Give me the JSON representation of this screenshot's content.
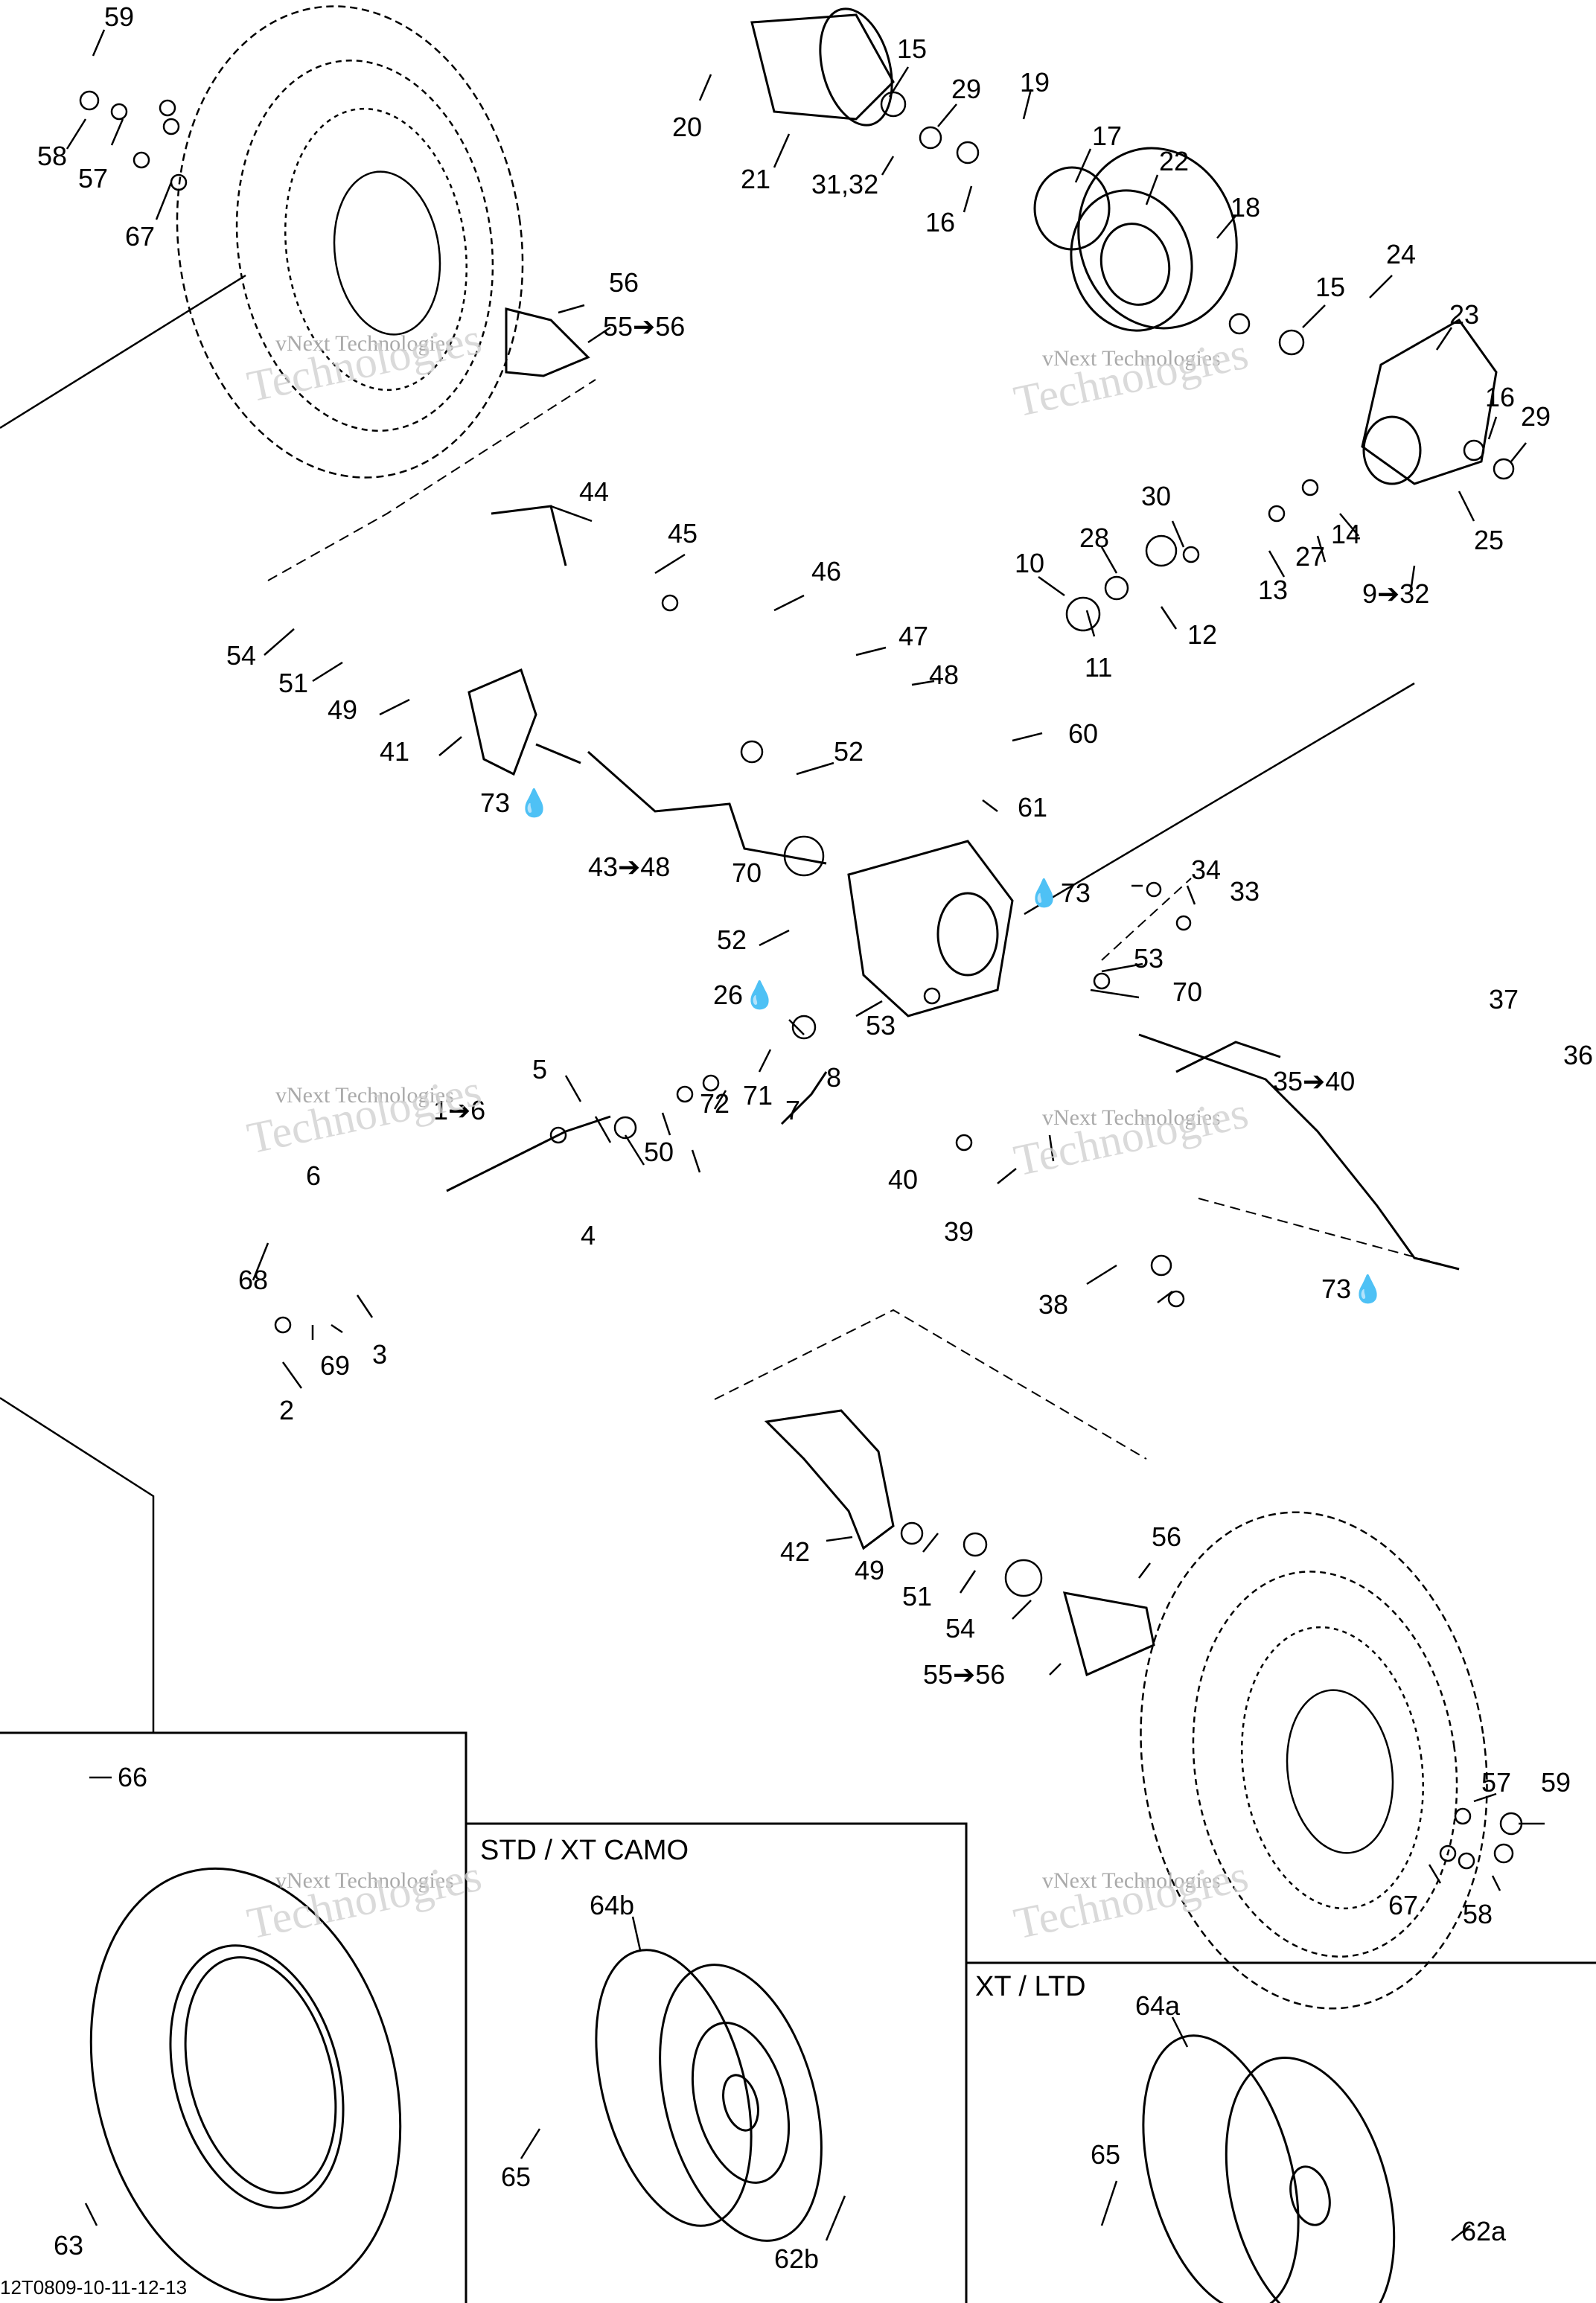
{
  "labels": [
    "59",
    "58",
    "57",
    "67",
    "20",
    "21",
    "15",
    "29",
    "31,32",
    "16",
    "19",
    "17",
    "22",
    "18",
    "56",
    "55➔56",
    "15",
    "24",
    "23",
    "16",
    "29",
    "25",
    "44",
    "45",
    "46",
    "47",
    "48",
    "30",
    "28",
    "10",
    "11",
    "12",
    "13",
    "27",
    "14",
    "9➔32",
    "54",
    "51",
    "49",
    "41",
    "73",
    "60",
    "61",
    "52",
    "43➔48",
    "70",
    "73",
    "52",
    "34",
    "33",
    "53",
    "53",
    "26",
    "5",
    "8",
    "7",
    "71",
    "72",
    "50",
    "1➔6",
    "4",
    "6",
    "68",
    "69",
    "3",
    "2",
    "70",
    "37",
    "36",
    "35➔40",
    "40",
    "39",
    "38",
    "73",
    "42",
    "49",
    "51",
    "54",
    "56",
    "55➔56",
    "57",
    "59",
    "67",
    "58",
    "66",
    "63",
    "64b",
    "65",
    "62b",
    "64a",
    "65",
    "62a"
  ],
  "sections": {
    "std": "STD / XT CAMO",
    "xt": "XT / LTD"
  },
  "watermark": {
    "line1": "vNext Technologies",
    "line2": "Technologies"
  },
  "footer": "12T0809-10-11-12-13"
}
